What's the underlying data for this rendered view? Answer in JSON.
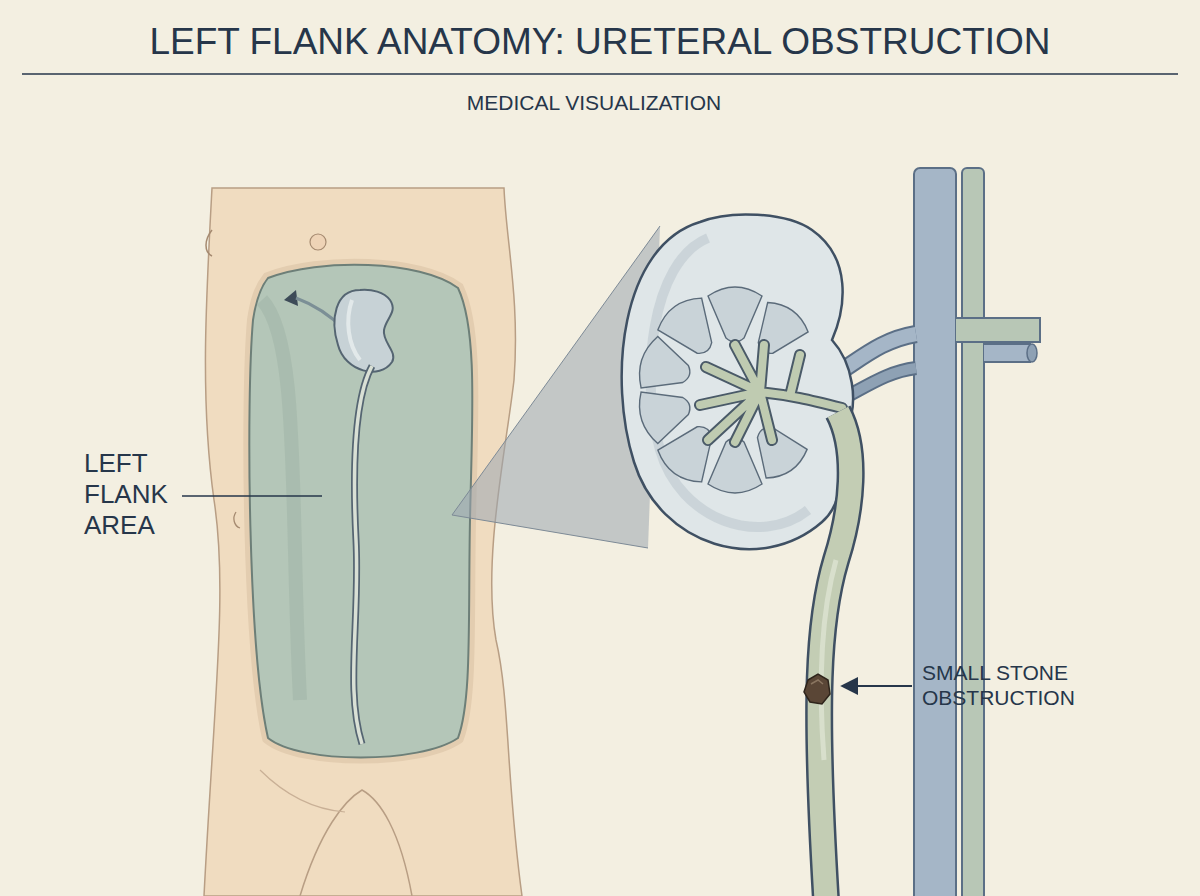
{
  "diagram": {
    "title": "LEFT FLANK ANATOMY: URETERAL OBSTRUCTION",
    "labels": [
      "MEDICAL VISUALIZATION",
      "LEFT FLANK AREA",
      "SMALL STONE OBSTRUCTION"
    ]
  }
}
